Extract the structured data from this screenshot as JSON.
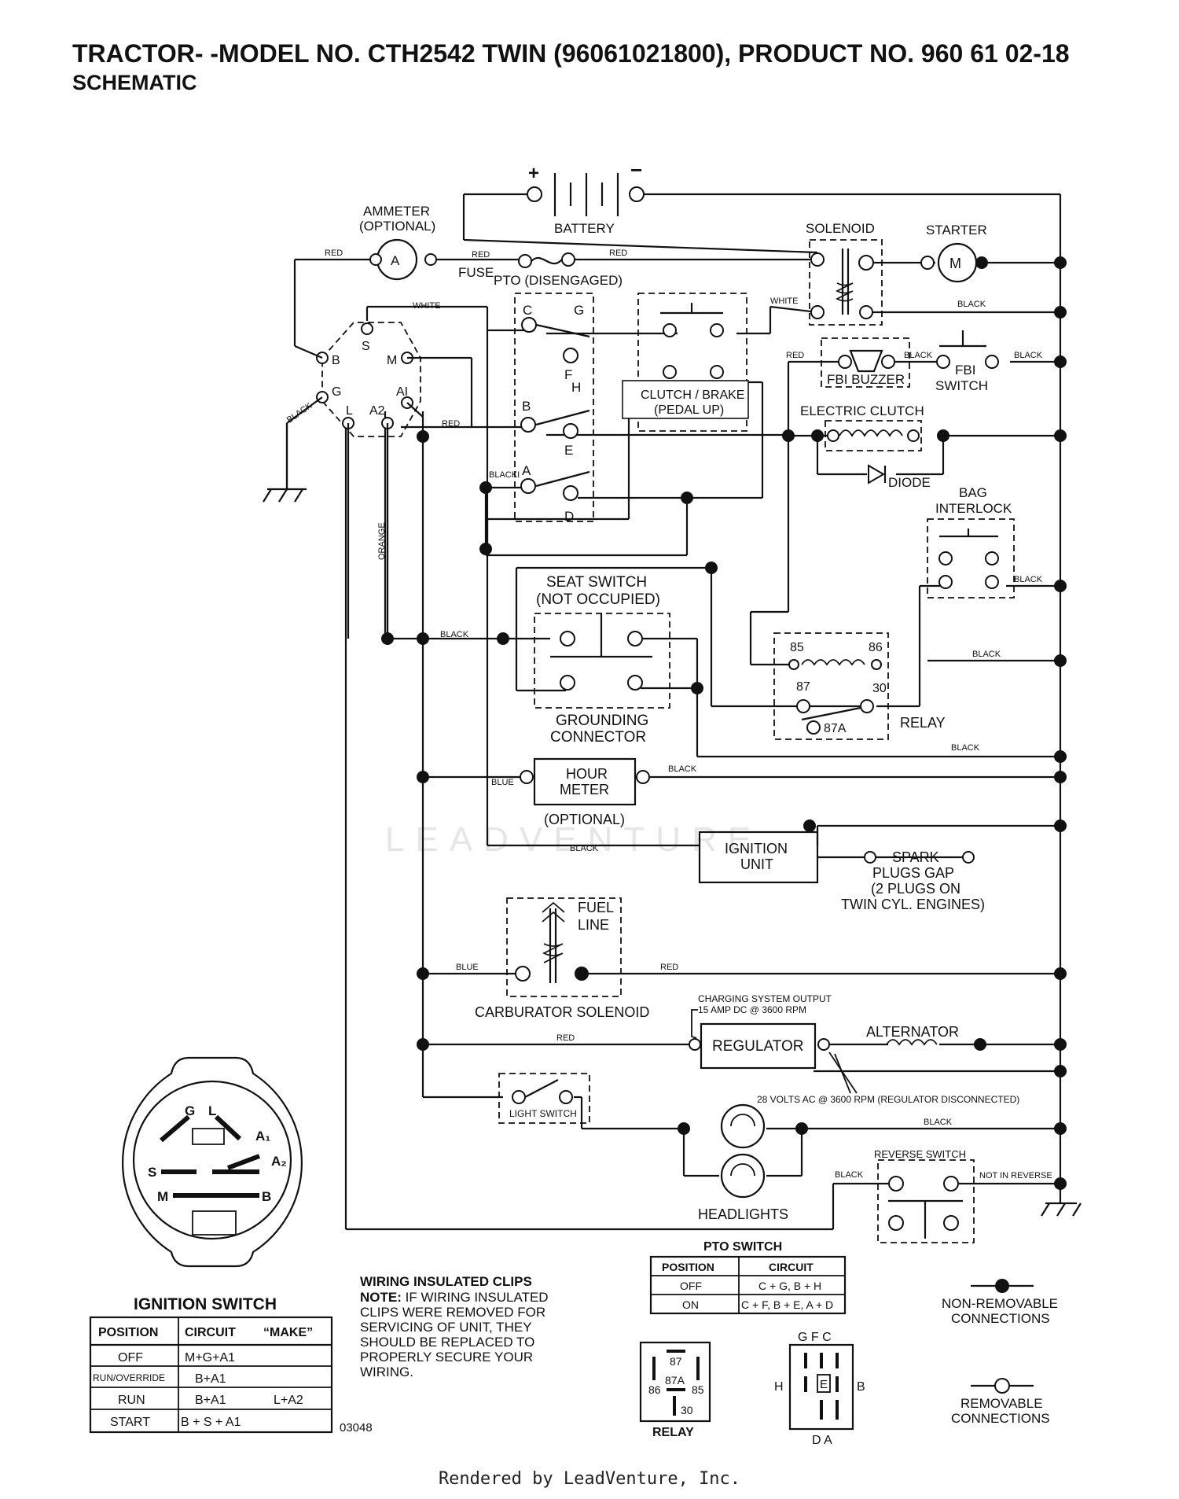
{
  "header": {
    "title": "TRACTOR- -MODEL NO. CTH2542 TWIN (96061021800), PRODUCT NO. 960 61 02-18",
    "subtitle": "SCHEMATIC"
  },
  "components": {
    "battery": "BATTERY",
    "battery_plus": "+",
    "battery_minus": "−",
    "ammeter": [
      "AMMETER",
      "(OPTIONAL)"
    ],
    "ammeter_symbol": "A",
    "fuse": "FUSE",
    "pto": "PTO (DISENGAGED)",
    "solenoid": "SOLENOID",
    "starter": "STARTER",
    "starter_symbol": "M",
    "fbi_buzzer": "FBI BUZZER",
    "fbi_switch": [
      "FBI",
      "SWITCH"
    ],
    "clutch_brake": [
      "CLUTCH / BRAKE",
      "(PEDAL UP)"
    ],
    "electric_clutch": "ELECTRIC CLUTCH",
    "diode": "DIODE",
    "bag_interlock": [
      "BAG",
      "INTERLOCK"
    ],
    "seat_switch": [
      "SEAT SWITCH",
      "(NOT OCCUPIED)"
    ],
    "grounding_connector": [
      "GROUNDING",
      "CONNECTOR"
    ],
    "relay": "RELAY",
    "relay_pins": [
      "85",
      "86",
      "87",
      "30",
      "87A"
    ],
    "hour_meter": [
      "HOUR",
      "METER"
    ],
    "hour_meter_optional": "(OPTIONAL)",
    "ignition_unit": [
      "IGNITION",
      "UNIT"
    ],
    "spark_plugs": [
      "SPARK",
      "PLUGS GAP",
      "(2 PLUGS ON",
      "TWIN CYL. ENGINES)"
    ],
    "fuel_line": [
      "FUEL",
      "LINE"
    ],
    "carburator_solenoid": "CARBURATOR SOLENOID",
    "charging_output": [
      "CHARGING SYSTEM OUTPUT",
      "15 AMP DC @ 3600 RPM"
    ],
    "regulator": "REGULATOR",
    "alternator": "ALTERNATOR",
    "volts_note": "28 VOLTS AC @ 3600 RPM (REGULATOR DISCONNECTED)",
    "light_switch": "LIGHT SWITCH",
    "headlights": "HEADLIGHTS",
    "reverse_switch": "REVERSE SWITCH",
    "not_in_reverse": "NOT IN REVERSE",
    "pto_terminals": [
      "C",
      "G",
      "F",
      "H",
      "B",
      "E",
      "A",
      "D"
    ],
    "ignition_terminals": [
      "S",
      "B",
      "M",
      "G",
      "AI",
      "L",
      "A2"
    ]
  },
  "wire_labels": {
    "red": "RED",
    "white": "WHITE",
    "black": "BLACK",
    "blacki": "BLACKI",
    "orange": "ORANGE",
    "blue": "BLUE"
  },
  "pto_switch_table": {
    "title": "PTO SWITCH",
    "headers": [
      "POSITION",
      "CIRCUIT"
    ],
    "rows": [
      [
        "OFF",
        "C + G, B + H"
      ],
      [
        "ON",
        "C + F, B + E, A + D"
      ]
    ]
  },
  "ignition_switch": {
    "title": "IGNITION SWITCH",
    "face_labels": [
      "G",
      "L",
      "A₁",
      "A₂",
      "S",
      "M",
      "B"
    ],
    "headers": [
      "POSITION",
      "CIRCUIT",
      "“MAKE”"
    ],
    "rows": [
      [
        "OFF",
        "M+G+A1",
        ""
      ],
      [
        "RUN/OVERRIDE",
        "B+A1",
        ""
      ],
      [
        "RUN",
        "B+A1",
        "L+A2"
      ],
      [
        "START",
        "B + S + A1",
        ""
      ]
    ]
  },
  "clips_note": {
    "title": "WIRING INSULATED CLIPS",
    "lines": [
      [
        "NOTE:",
        " IF WIRING INSULATED"
      ],
      [
        "",
        "CLIPS WERE REMOVED FOR"
      ],
      [
        "",
        "SERVICING OF UNIT, THEY"
      ],
      [
        "",
        "SHOULD BE REPLACED TO"
      ],
      [
        "",
        "PROPERLY SECURE YOUR"
      ],
      [
        "",
        " WIRING."
      ]
    ]
  },
  "relay_detail": {
    "label": "RELAY",
    "pins": [
      "87",
      "87A",
      "86",
      "85",
      "30"
    ]
  },
  "pto_detail": {
    "top": "G F C",
    "left": "H",
    "center": "E",
    "right": "B",
    "bottom": "D A"
  },
  "legend": {
    "non_removable": [
      "NON-REMOVABLE",
      "CONNECTIONS"
    ],
    "removable": [
      "REMOVABLE",
      "CONNECTIONS"
    ]
  },
  "drawing_number": "03048",
  "watermark": "LEADVENTURE",
  "footer": "Rendered by LeadVenture, Inc."
}
